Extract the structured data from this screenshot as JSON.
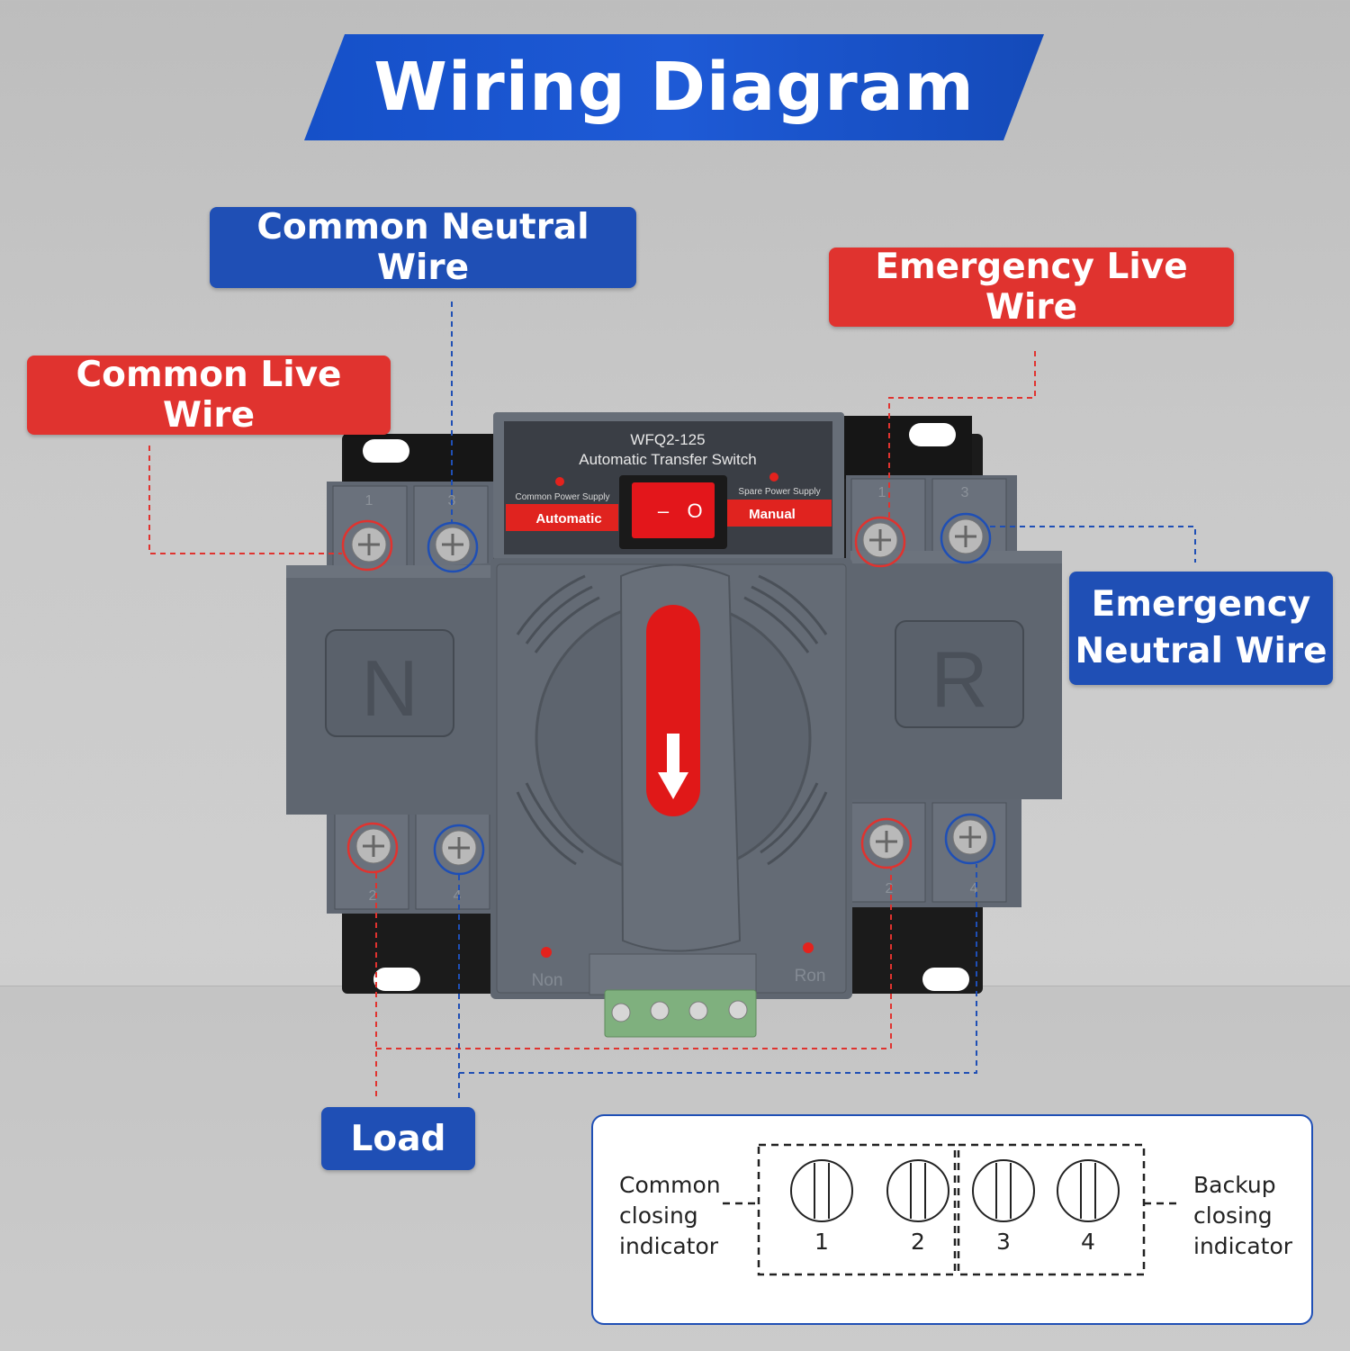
{
  "title": "Wiring Diagram",
  "callouts": {
    "common_neutral": "Common Neutral Wire",
    "common_live": "Common Live Wire",
    "emergency_live": "Emergency Live Wire",
    "emergency_neutral": "Emergency\nNeutral Wire",
    "load": "Load"
  },
  "device": {
    "model": "WFQ2-125",
    "name": "Automatic Transfer Switch",
    "common_power_supply": "Common Power Supply",
    "spare_power_supply": "Spare Power Supply",
    "automatic": "Automatic",
    "manual": "Manual",
    "rocker_off_symbol": "–",
    "rocker_on_symbol": "O",
    "left_module_letter": "N",
    "right_module_letter": "R",
    "left_indicator": "Non",
    "right_indicator": "Ron",
    "left_top_terminals": [
      "1",
      "3"
    ],
    "left_bottom_terminals": [
      "2",
      "4"
    ],
    "right_top_terminals": [
      "1",
      "3"
    ],
    "right_bottom_terminals": [
      "2",
      "4"
    ]
  },
  "legend": {
    "common_text": "Common\nclosing\nindicator",
    "backup_text": "Backup\nclosing\nindicator",
    "numbers": [
      "1",
      "2",
      "3",
      "4"
    ]
  },
  "colors": {
    "live": "#e0332f",
    "neutral": "#1f4fb5",
    "housing": "#5e6570",
    "handle_stripe": "#e01818"
  }
}
